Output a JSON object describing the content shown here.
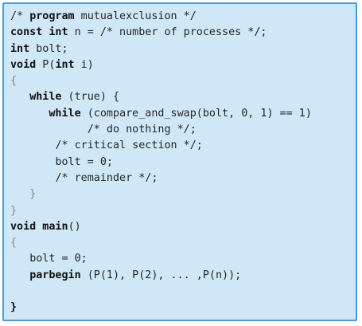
{
  "lines": [
    {
      "indent": "",
      "parts": [
        {
          "t": "/* ",
          "k": "n"
        },
        {
          "t": "program",
          "k": "b"
        },
        {
          "t": " mutualexclusion */",
          "k": "n"
        }
      ]
    },
    {
      "indent": "",
      "parts": [
        {
          "t": "const int",
          "k": "b"
        },
        {
          "t": " n = /* number of processes */;",
          "k": "n"
        }
      ]
    },
    {
      "indent": "",
      "parts": [
        {
          "t": "int",
          "k": "b"
        },
        {
          "t": " bolt;",
          "k": "n"
        }
      ]
    },
    {
      "indent": "",
      "parts": [
        {
          "t": "void",
          "k": "b"
        },
        {
          "t": " P(",
          "k": "n"
        },
        {
          "t": "int",
          "k": "b"
        },
        {
          "t": " i)",
          "k": "n"
        }
      ]
    },
    {
      "indent": "",
      "parts": [
        {
          "t": "{",
          "k": "p"
        }
      ]
    },
    {
      "indent": "   ",
      "parts": [
        {
          "t": "while",
          "k": "b"
        },
        {
          "t": " (true) {",
          "k": "n"
        }
      ]
    },
    {
      "indent": "      ",
      "parts": [
        {
          "t": "while",
          "k": "b"
        },
        {
          "t": " (compare_and_swap(bolt, 0, 1) == 1)",
          "k": "n"
        }
      ]
    },
    {
      "indent": "            ",
      "parts": [
        {
          "t": "/* do nothing */;",
          "k": "n"
        }
      ]
    },
    {
      "indent": "       ",
      "parts": [
        {
          "t": "/* critical section */;",
          "k": "n"
        }
      ]
    },
    {
      "indent": "       ",
      "parts": [
        {
          "t": "bolt = 0;",
          "k": "n"
        }
      ]
    },
    {
      "indent": "       ",
      "parts": [
        {
          "t": "/* remainder */;",
          "k": "n"
        }
      ]
    },
    {
      "indent": "   ",
      "parts": [
        {
          "t": "}",
          "k": "p"
        }
      ]
    },
    {
      "indent": "",
      "parts": [
        {
          "t": "}",
          "k": "p"
        }
      ]
    },
    {
      "indent": "",
      "parts": [
        {
          "t": "void main",
          "k": "b"
        },
        {
          "t": "()",
          "k": "n"
        }
      ]
    },
    {
      "indent": "",
      "parts": [
        {
          "t": "{",
          "k": "p"
        }
      ]
    },
    {
      "indent": "   ",
      "parts": [
        {
          "t": "bolt = 0;",
          "k": "n"
        }
      ]
    },
    {
      "indent": "   ",
      "parts": [
        {
          "t": "parbegin",
          "k": "b"
        },
        {
          "t": " (P(1), P(2), ... ,P(n));",
          "k": "n"
        }
      ]
    },
    {
      "indent": "",
      "parts": [
        {
          "t": "",
          "k": "n"
        }
      ]
    },
    {
      "indent": "",
      "parts": [
        {
          "t": "}",
          "k": "b"
        }
      ]
    }
  ],
  "colors": {
    "background": "#cfe7f6",
    "border": "#4f9ad6",
    "text": "#262626"
  }
}
